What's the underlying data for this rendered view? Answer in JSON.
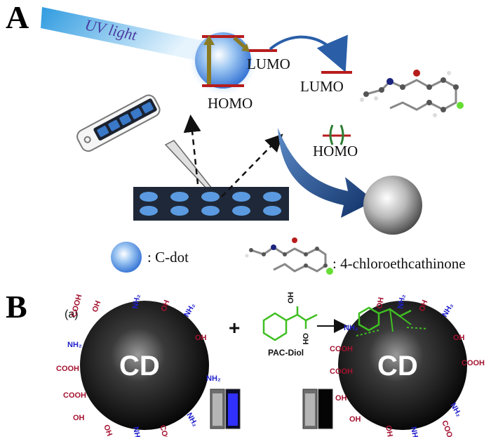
{
  "panels": [
    {
      "label": "A"
    },
    {
      "label": "B",
      "sub_label": "(a)"
    }
  ],
  "panel_a": {
    "uv_text": "UV light",
    "cdot_levels": {
      "lumo": "LUMO",
      "homo": "HOMO"
    },
    "analyte_levels": {
      "lumo": "LUMO",
      "homo": "HOMO"
    },
    "legend": [
      {
        "symbol": "C-dot sphere",
        "text": ": C-dot"
      },
      {
        "symbol": "4-chloroethcathinone molecule",
        "text": ": 4-chloroethcathinone"
      }
    ]
  },
  "panel_b": {
    "cd_left": "CD",
    "cd_right": "CD",
    "plus": "+",
    "arrow": "→",
    "reagent": "PAC-Diol",
    "reagent_groups": [
      "OH",
      "OH"
    ],
    "groups": {
      "oh": "OH",
      "nh2": "NH₂",
      "cooh": "COOH"
    }
  },
  "colors": {
    "uv_beam": "#8ec8ee",
    "uv_text": "#4a3ca0",
    "cdot": "#5b9ae0",
    "level": "#b71c1c",
    "arrow_blue": "#1f4c8f",
    "cd_sphere": "#1a1a1a",
    "group_red": "#a4122f",
    "group_blue": "#1f1fcc",
    "reagent_green": "#3fbf22"
  }
}
